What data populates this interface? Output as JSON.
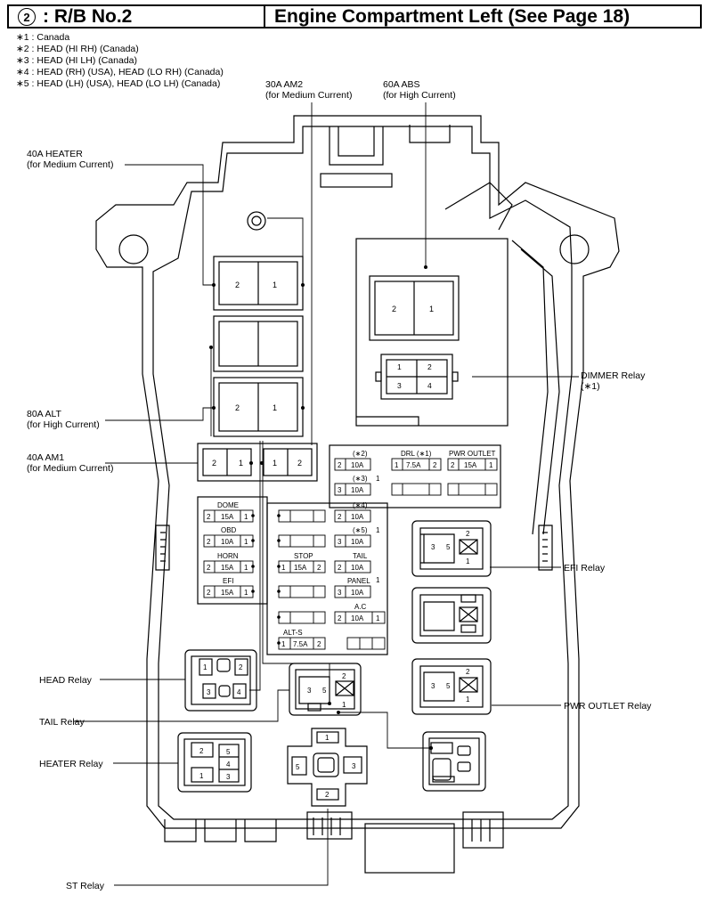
{
  "header": {
    "circle_num": "2",
    "title": ": R/B No.2",
    "location": "Engine Compartment Left (See Page 18)"
  },
  "notes": [
    "∗1 : Canada",
    "∗2 : HEAD (HI RH) (Canada)",
    "∗3 : HEAD (HI LH) (Canada)",
    "∗4 : HEAD (RH) (USA), HEAD (LO RH) (Canada)",
    "∗5 : HEAD (LH) (USA), HEAD (LO LH) (Canada)"
  ],
  "callouts": {
    "am2_a": "30A AM2",
    "am2_b": "(for Medium Current)",
    "abs_a": "60A ABS",
    "abs_b": "(for High Current)",
    "heater_a": "40A HEATER",
    "heater_b": "(for Medium Current)",
    "alt_a": "80A ALT",
    "alt_b": "(for High Current)",
    "am1_a": "40A AM1",
    "am1_b": "(for Medium Current)",
    "dimmer_a": "DIMMER Relay",
    "dimmer_b": "(∗1)",
    "efi_relay": "EFI Relay",
    "pwr_relay": "PWR OUTLET Relay",
    "head_relay": "HEAD Relay",
    "tail_relay": "TAIL Relay",
    "heater_relay": "HEATER Relay",
    "st_relay": "ST Relay"
  },
  "fuses": {
    "dome": "DOME",
    "obd": "OBD",
    "horn": "HORN",
    "efi": "EFI",
    "stop": "STOP",
    "tail": "TAIL",
    "panel": "PANEL",
    "ac": "A.C",
    "alts": "ALT-S",
    "n2": "(∗2)",
    "n3": "(∗3)",
    "n4": "(∗4)",
    "n5": "(∗5)",
    "drl": "DRL (∗1)",
    "pwr": "PWR OUTLET",
    "a15": "15A",
    "a10": "10A",
    "a75": "7.5A"
  },
  "pins": {
    "p1": "1",
    "p2": "2",
    "p3": "3",
    "p4": "4",
    "p5": "5"
  }
}
